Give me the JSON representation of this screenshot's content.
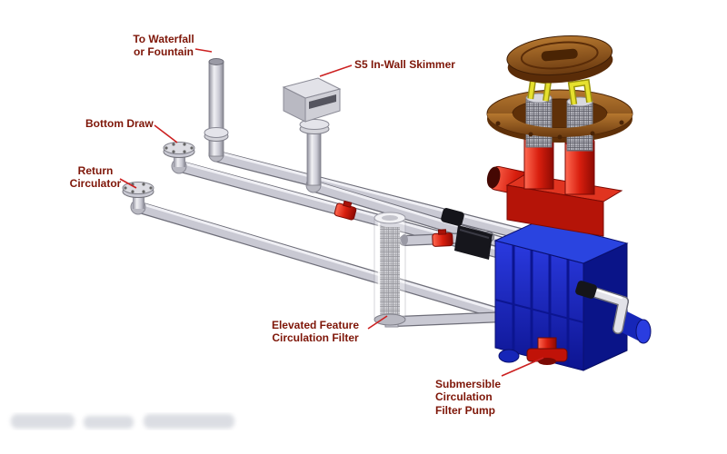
{
  "labels": {
    "waterfall": {
      "line1": "To Waterfall",
      "line2": "or Fountain"
    },
    "skimmer": {
      "line1": "S5 In-Wall Skimmer"
    },
    "bottom_draw": {
      "line1": "Bottom Draw"
    },
    "return_circulator": {
      "line1": "Return",
      "line2": "Circulator"
    },
    "elevated_filter": {
      "line1": "Elevated Feature",
      "line2": "Circulation Filter"
    },
    "submersible_pump": {
      "line1": "Submersible",
      "line2": "Circulation",
      "line3": "Filter Pump"
    }
  },
  "colors": {
    "label_text": "#7e1608",
    "leader_line": "#cc2020",
    "pump_blue": "#1a2ed0",
    "manifold_red": "#cc1c10",
    "lid_brown": "#8a4a1a",
    "handle_yellow": "#e6e02e",
    "pipe_gray": "#cfcfd8",
    "filter_mesh": "#9a9aa5"
  }
}
